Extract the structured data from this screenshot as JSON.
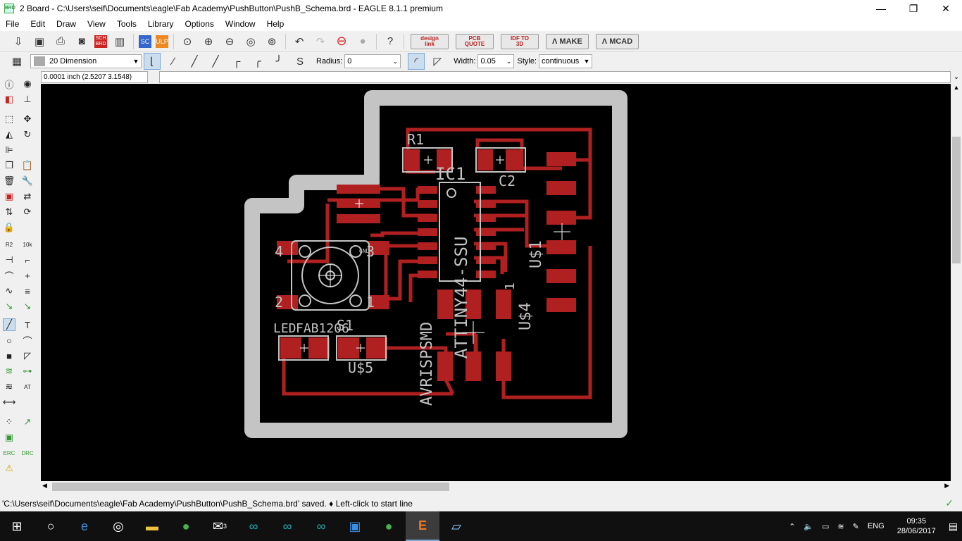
{
  "window": {
    "title": "2 Board - C:\\Users\\seif\\Documents\\eagle\\Fab Academy\\PushButton\\PushB_Schema.brd - EAGLE 8.1.1 premium",
    "app_icon": "BRD",
    "minimize": "—",
    "maximize": "❐",
    "close": "✕"
  },
  "menu": [
    "File",
    "Edit",
    "Draw",
    "View",
    "Tools",
    "Library",
    "Options",
    "Window",
    "Help"
  ],
  "toolbar": {
    "designlink": "design link",
    "pcb_quote": "PCB QUOTE",
    "idf": "IDF TO 3D",
    "make": "MAKE",
    "mcad": "MCAD",
    "sch_label": "SCH BRD",
    "ulp_label": "ULP"
  },
  "params": {
    "layer": "20 Dimension",
    "radius_label": "Radius:",
    "radius_value": "0",
    "width_label": "Width:",
    "width_value": "0.05",
    "style_label": "Style:",
    "style_value": "continuous"
  },
  "command": {
    "coordinates": "0.0001 inch (2.5207 3.1548)"
  },
  "board": {
    "labels": {
      "r1": "R1",
      "ic1": "IC1",
      "c2": "C2",
      "u1": "U$1",
      "u4": "U$4",
      "u4_pin": "1",
      "u5": "U$5",
      "s1": "S1",
      "s1_pin4": "4",
      "s1_pin3": "3",
      "s1_pin2": "2",
      "s1_pin1": "1",
      "gnd": "GND",
      "led": "LED",
      "fab": "FAB1206",
      "attiny": "ATTINY44-SSU",
      "avrisp": "AVRISPSMD"
    },
    "colors": {
      "outline": "#c4c4c4",
      "copper": "#b02020",
      "background": "#000000"
    }
  },
  "status": {
    "message": "'C:\\Users\\seif\\Documents\\eagle\\Fab Academy\\PushButton\\PushB_Schema.brd' saved.  ♦ Left-click to start line"
  },
  "taskbar": {
    "time": "09:35",
    "date": "28/06/2017",
    "language": "ENG",
    "mail_badge": "3"
  }
}
